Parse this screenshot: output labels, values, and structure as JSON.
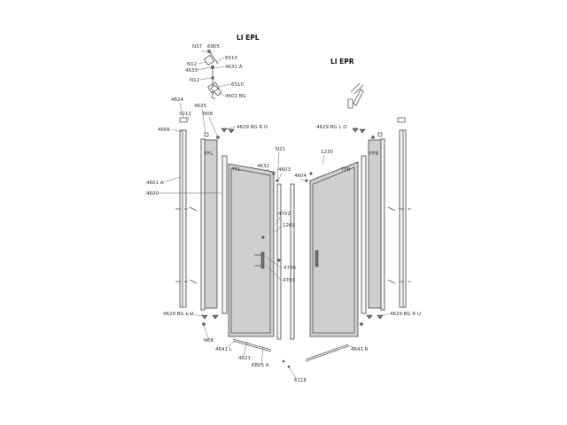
{
  "titles": {
    "left": "LI EPL",
    "right": "LI EPR"
  },
  "labels": {
    "n37": "N37",
    "p6905": "6905",
    "p6510a": "6510",
    "n12a": "N12",
    "p4633": "4633",
    "p4631a": "4631 A",
    "n12b": "N12",
    "p6510b": "6510",
    "p4601bg": "4601 BG",
    "p4624": "4624",
    "p3211": "3211",
    "p4625": "4625",
    "n08a": "N08",
    "p4666": "4666",
    "p4629bgro": "4629 BG R O",
    "p4601a": "4601 A",
    "p4600": "4600",
    "n21": "N21",
    "tfl": "TFL",
    "ffl": "FFL",
    "p4632": "4632",
    "p4603": "4603",
    "p4702": "4702",
    "p1269": "1269",
    "p4726": "4726",
    "p4703": "4703",
    "p4629bglu": "4629 BG L U",
    "n08b": "N08",
    "p4641l": "4641 L",
    "p4621": "4621",
    "p6805a": "6805 A",
    "p6116": "6116",
    "p4629bglo": "4629 BG L O",
    "p1230": "1230",
    "p4604": "4604",
    "tfr": "TFR",
    "ffr": "FFR",
    "p4629bgru": "4629 BG R U",
    "p4641r": "4641 R"
  }
}
